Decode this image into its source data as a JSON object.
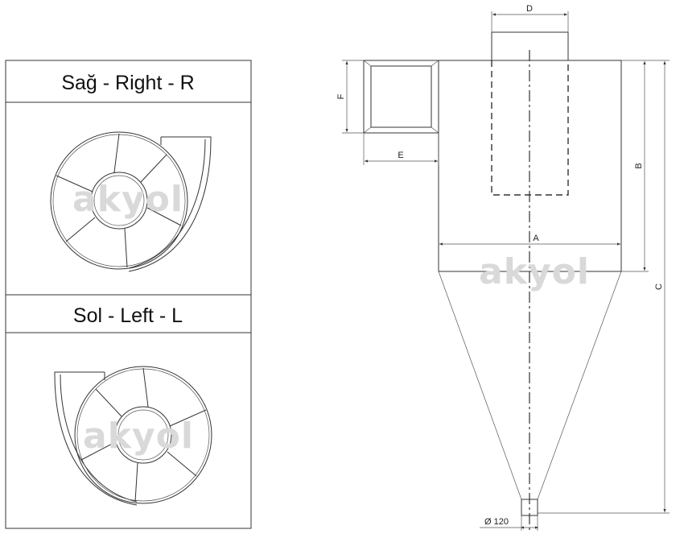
{
  "panels": {
    "right_title": "Sağ - Right - R",
    "left_title": "Sol - Left - L"
  },
  "watermark": "akyol",
  "dimensions": {
    "a": "A",
    "b": "B",
    "c": "C",
    "d": "D",
    "e": "E",
    "f": "F",
    "outlet": "Ø 120"
  }
}
